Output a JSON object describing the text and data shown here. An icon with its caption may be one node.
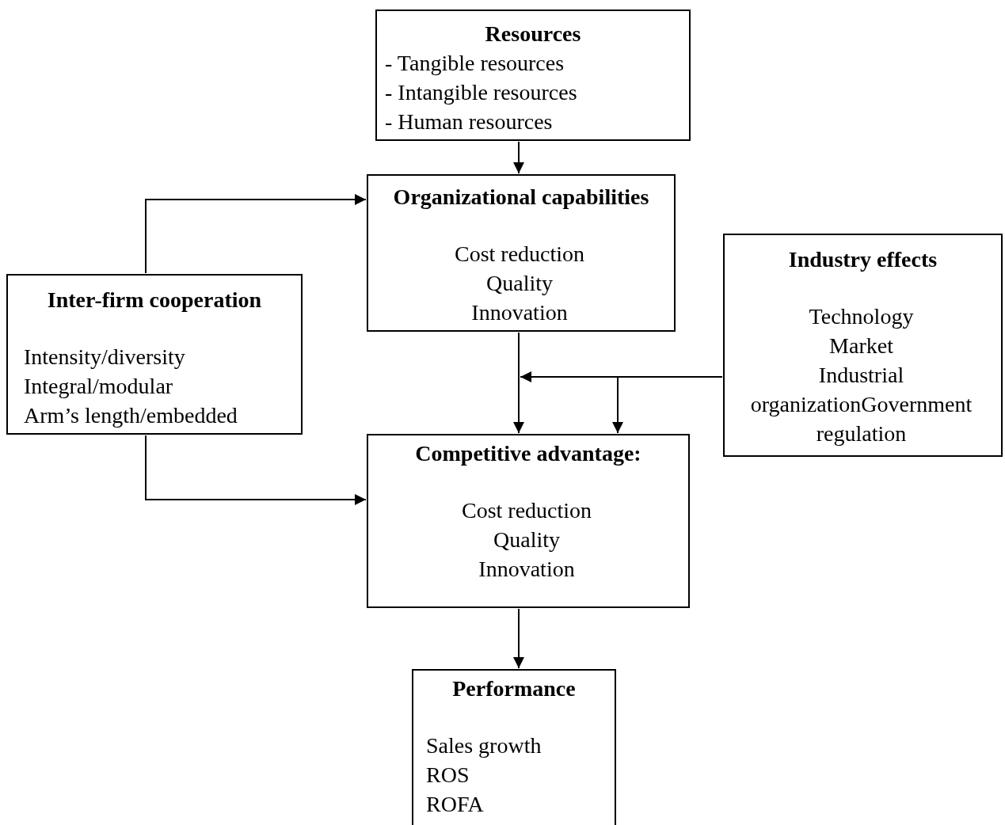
{
  "diagram": {
    "nodes": [
      {
        "text": [
          "Resources",
          "- Tangible resources",
          "- Intangible resources",
          "- Human resources"
        ]
      },
      {
        "text": [
          "Organizational capabilities",
          "Cost reduction",
          "Quality",
          "Innovation"
        ]
      },
      {
        "text": [
          "Inter-firm cooperation",
          "Intensity/diversity",
          "Integral/modular",
          "Arm’s length/embedded"
        ]
      },
      {
        "text": [
          "Industry effects",
          "Technology",
          "Market",
          "Industrial organizationGovernment regulation"
        ]
      },
      {
        "text": [
          "Competitive advantage:",
          "Cost reduction",
          "Quality",
          "Innovation"
        ]
      },
      {
        "text": [
          "Performance",
          "Sales growth",
          "ROS",
          "ROFA"
        ]
      }
    ],
    "edges": [
      {
        "from": 0,
        "to": 1,
        "arrow": "to"
      },
      {
        "from": 2,
        "to": 1,
        "arrow": "to"
      },
      {
        "from": 2,
        "to": 4,
        "arrow": "to"
      },
      {
        "from": 1,
        "to": 4,
        "arrow": "to"
      },
      {
        "from": 3,
        "to": null,
        "arrow": "to"
      },
      {
        "from": 3,
        "to": 4,
        "arrow": "to"
      },
      {
        "from": 4,
        "to": 5,
        "arrow": "to"
      }
    ]
  }
}
